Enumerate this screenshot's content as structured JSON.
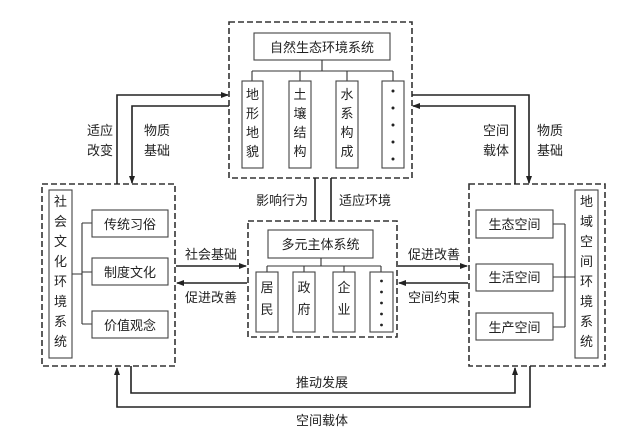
{
  "natural_system": {
    "title": "自然生态环境系统",
    "items": [
      "地形地貌",
      "土壤结构",
      "水系构成",
      "·····"
    ]
  },
  "social_system": {
    "title": "社会文化环境系统",
    "items": [
      "传统习俗",
      "制度文化",
      "价值观念"
    ]
  },
  "spatial_system": {
    "title": "地域空间环境系统",
    "items": [
      "生态空间",
      "生活空间",
      "生产空间"
    ]
  },
  "actor_system": {
    "title": "多元主体系统",
    "items": [
      "居民",
      "政府",
      "企业",
      "·····"
    ]
  },
  "relations": {
    "social_to_natural": "适应改变",
    "natural_to_social": "物质基础",
    "spatial_to_natural": "空间载体",
    "natural_to_spatial": "物质基础",
    "actor_to_natural": "影响行为",
    "natural_to_actor": "适应环境",
    "social_to_actor": "社会基础",
    "actor_to_social": "促进改善",
    "actor_to_spatial": "促进改善",
    "spatial_to_actor": "空间约束",
    "social_to_spatial": "推动发展",
    "spatial_to_social": "空间载体"
  }
}
